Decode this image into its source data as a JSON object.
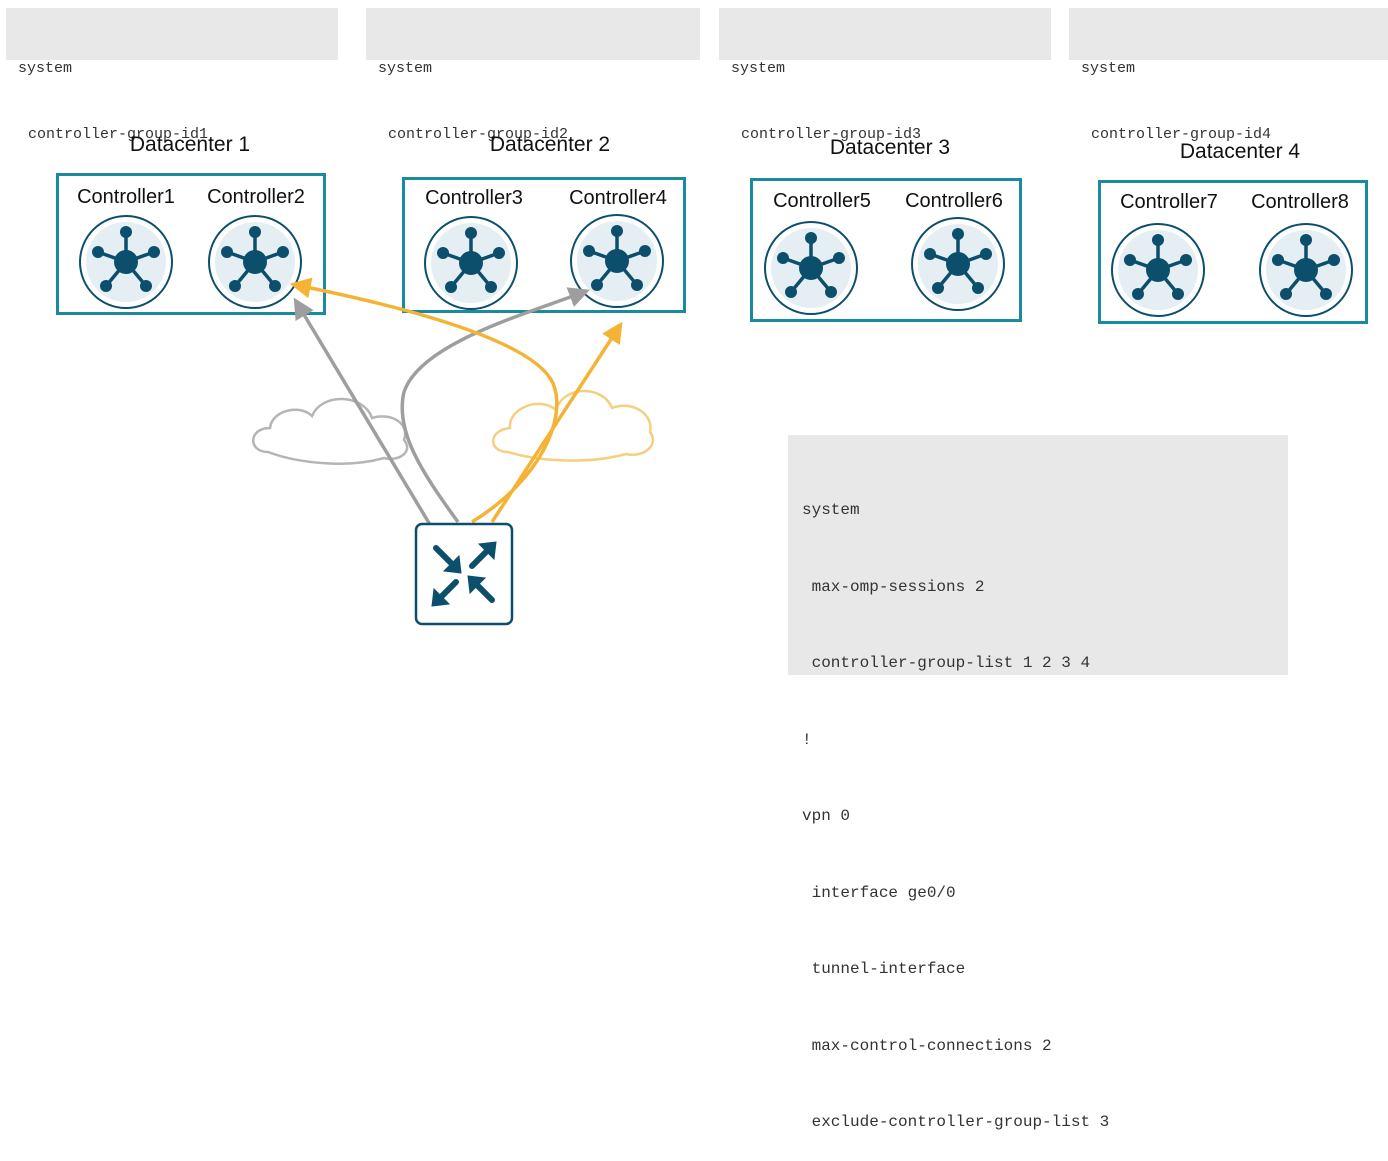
{
  "group_configs": [
    {
      "line1": "system",
      "label": "controller-group-id",
      "id": "1"
    },
    {
      "line1": "system",
      "label": "controller-group-id",
      "id": "2"
    },
    {
      "line1": "system",
      "label": "controller-group-id",
      "id": "3"
    },
    {
      "line1": "system",
      "label": "controller-group-id",
      "id": "4"
    }
  ],
  "datacenters": [
    {
      "title": "Datacenter 1",
      "controllers": [
        "Controller1",
        "Controller2"
      ]
    },
    {
      "title": "Datacenter 2",
      "controllers": [
        "Controller3",
        "Controller4"
      ]
    },
    {
      "title": "Datacenter 3",
      "controllers": [
        "Controller5",
        "Controller6"
      ]
    },
    {
      "title": "Datacenter 4",
      "controllers": [
        "Controller7",
        "Controller8"
      ]
    }
  ],
  "router_config": [
    "system",
    " max-omp-sessions 2",
    " controller-group-list 1 2 3 4",
    "!",
    "vpn 0",
    " interface ge0/0",
    " tunnel-interface",
    " max-control-connections 2",
    " exclude-controller-group-list 3"
  ],
  "colors": {
    "teal": "#1a8a9f",
    "navy": "#0b4f6c",
    "gray_link": "#9e9e9e",
    "orange_link": "#f5b335",
    "code_bg": "#e8e8e8"
  },
  "icons": {
    "controller": "controller-hub-icon",
    "router": "router-arrows-icon",
    "cloud": "cloud-icon"
  }
}
